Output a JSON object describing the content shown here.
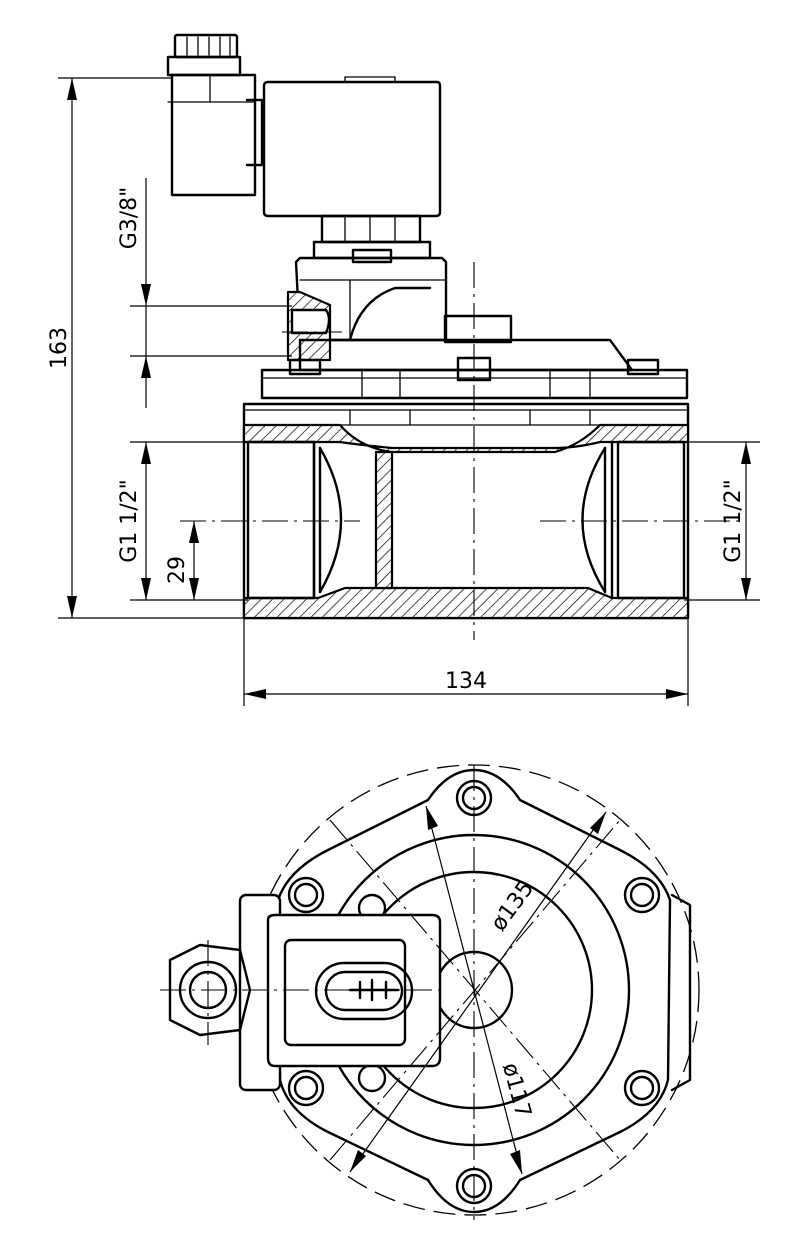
{
  "dimensions": {
    "overall_height": "163",
    "overall_length": "134",
    "pilot_port": "G3/8\"",
    "inlet_port": "G1 1/2\"",
    "outlet_port": "G1 1/2\"",
    "port_center_height": "29",
    "bolt_circle_diameter": "ø135",
    "body_diameter": "ø117"
  }
}
